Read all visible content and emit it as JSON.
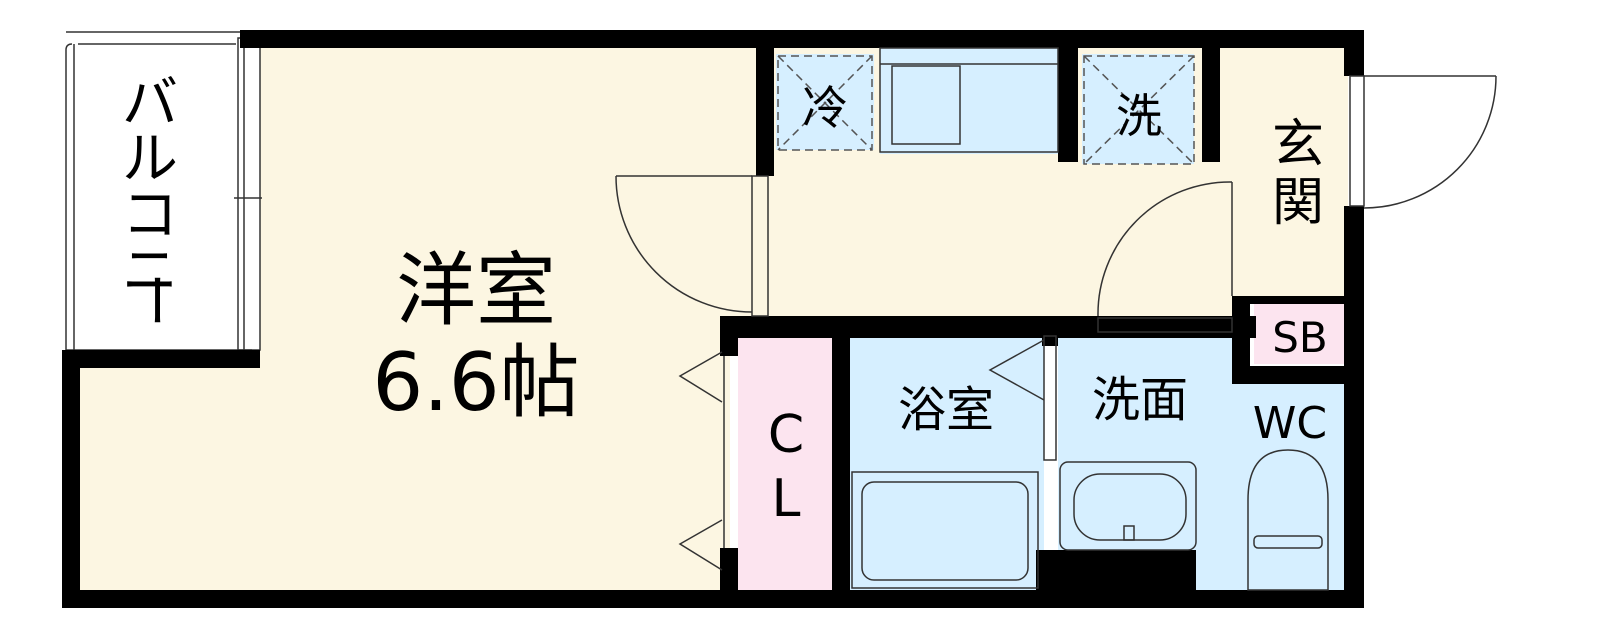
{
  "rooms": {
    "western_room": {
      "name": "洋室",
      "size": "6.6帖"
    },
    "balcony": {
      "name": "バルコニー",
      "glyphs": [
        "バ",
        "ル",
        "コ",
        "ニ",
        "ー"
      ]
    },
    "entrance": {
      "name": "玄関",
      "glyphs": [
        "玄",
        "関"
      ]
    },
    "shoe_box": {
      "name": "SB"
    },
    "closet": {
      "name": "CL",
      "glyphs": [
        "C",
        "L"
      ]
    },
    "bathroom": {
      "name": "浴室"
    },
    "washroom": {
      "name": "洗面"
    },
    "toilet": {
      "name": "WC"
    }
  },
  "appliances": {
    "fridge": "冷",
    "washer": "洗"
  },
  "colors": {
    "wall": "#000000",
    "floor_room": "#fcf6e2",
    "floor_wet": "#d6efff",
    "floor_closet": "#fce4ef",
    "line": "#333333"
  }
}
